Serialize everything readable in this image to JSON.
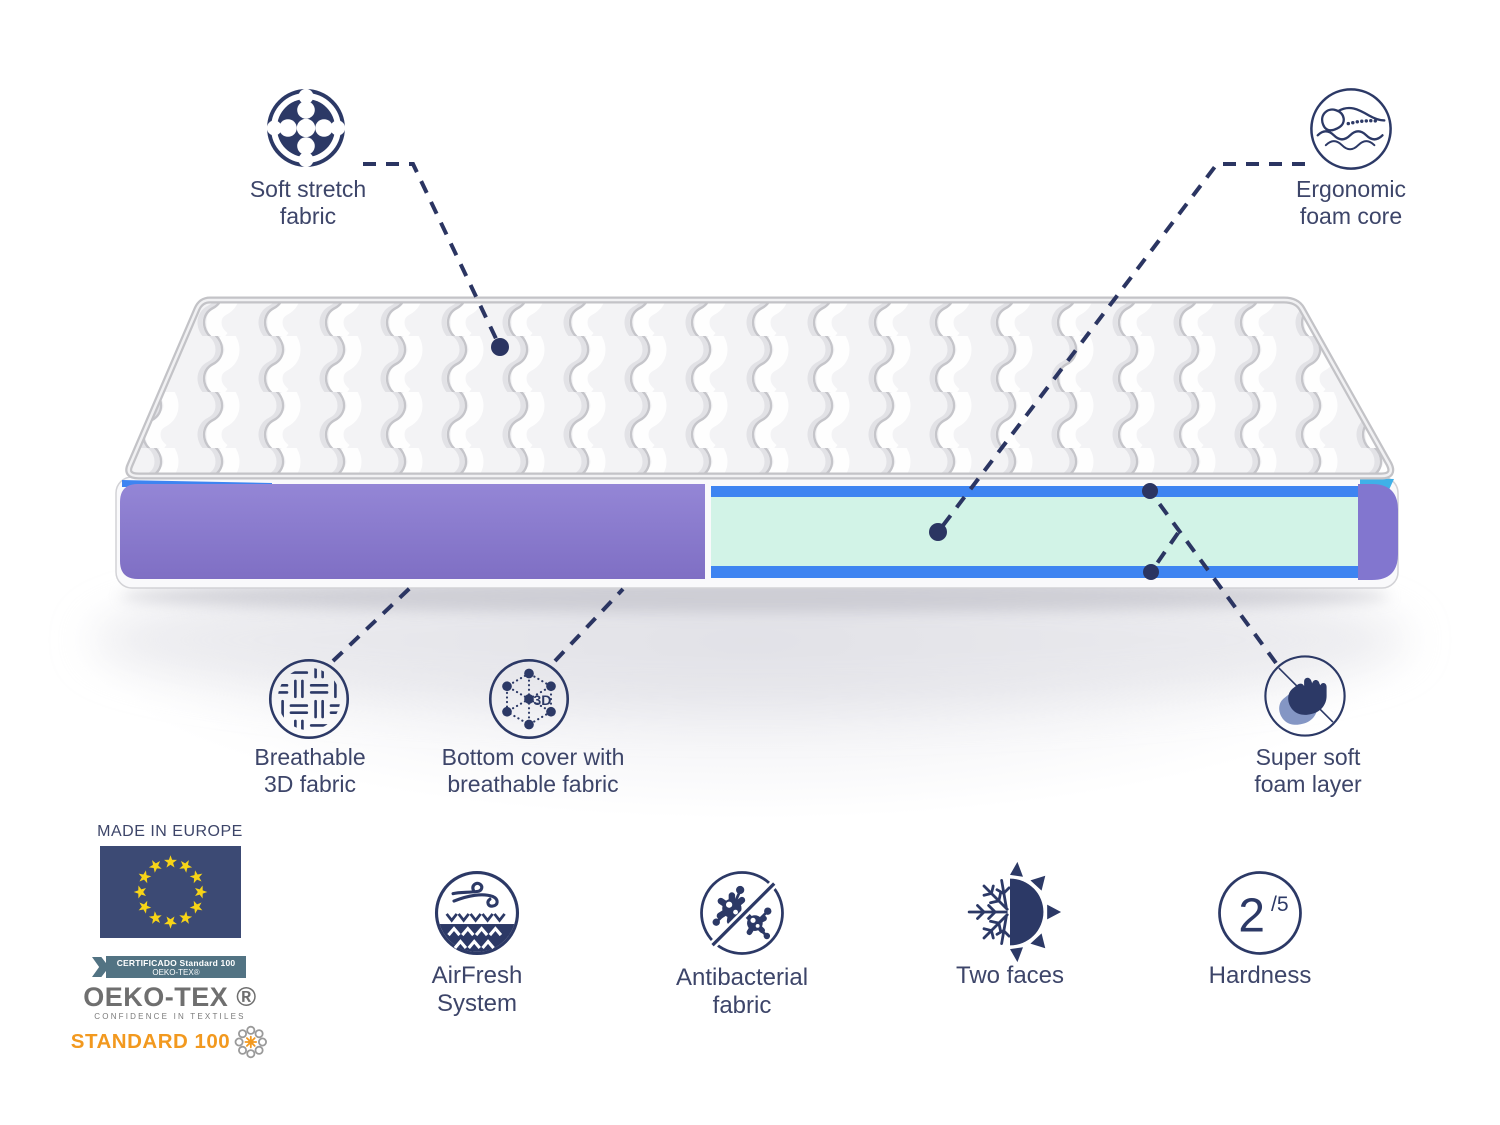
{
  "callouts": {
    "soft_stretch": {
      "line1": "Soft stretch",
      "line2": "fabric"
    },
    "ergonomic": {
      "line1": "Ergonomic",
      "line2": "foam core"
    },
    "breathable_3d": {
      "line1": "Breathable",
      "line2": "3D fabric"
    },
    "bottom_cover": {
      "line1": "Bottom cover with",
      "line2": "breathable fabric"
    },
    "super_soft": {
      "line1": "Super soft",
      "line2": "foam layer"
    }
  },
  "features": {
    "airfresh": {
      "line1": "AirFresh",
      "line2": "System"
    },
    "antibacterial": {
      "line1": "Antibacterial",
      "line2": "fabric"
    },
    "two_faces": {
      "label": "Two faces"
    },
    "hardness": {
      "label": "Hardness",
      "value": "2",
      "scale": "/5"
    }
  },
  "icon_texts": {
    "bottom_cover_3d": "3D"
  },
  "badges": {
    "made_in": "MADE IN EUROPE",
    "ribbon_line1": "CERTIFICADO Standard 100",
    "ribbon_line2": "OEKO-TEX®",
    "oeko_brand": "OEKO-TEX ®",
    "oeko_sub": "CONFIDENCE IN TEXTILES",
    "oeko_standard": "STANDARD 100"
  },
  "colors": {
    "navy_icon": "#2c3966",
    "navy_line": "#2b3562",
    "text": "#3d4569",
    "purple_cover": "#8b79cc",
    "blue_strip": "#3e84f1",
    "mint_foam": "#d2f3e7",
    "cyan_mesh": "#3fb0e8",
    "eu_flag_blue": "#3c4a74",
    "star_yellow": "#f7d417",
    "ribbon_teal": "#527383",
    "oeko_orange": "#f2991f"
  }
}
